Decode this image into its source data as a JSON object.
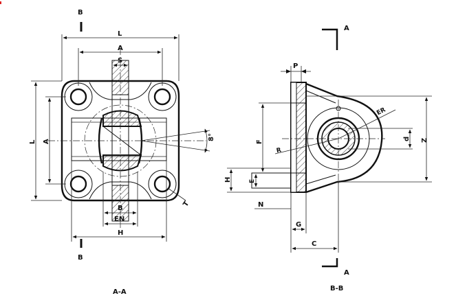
{
  "colors": {
    "ink": "#111111",
    "background": "#ffffff"
  },
  "section_a": {
    "title": "A-A",
    "cut_label_top": "B",
    "cut_label_bottom": "B",
    "dims": {
      "L_top": "L",
      "A_top": "A",
      "S": "S",
      "L_left": "L",
      "A_left": "A",
      "angle": "8°",
      "T": "T",
      "B": "B",
      "EN": "EN",
      "H": "H"
    }
  },
  "section_b": {
    "title": "B-B",
    "cut_label_top": "A",
    "cut_label_bottom": "A",
    "dims": {
      "P": "P",
      "ER": "ER",
      "F": "F",
      "R": "R",
      "d": "d",
      "Z": "Z",
      "H": "H",
      "E": "E",
      "N": "N",
      "G": "G",
      "C": "C"
    }
  }
}
